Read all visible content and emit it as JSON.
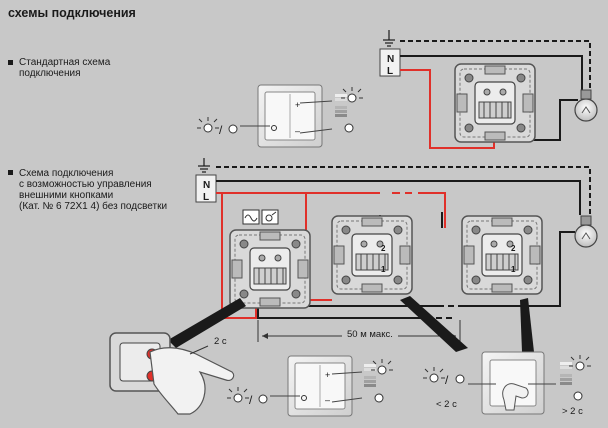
{
  "title": "схемы подключения",
  "sections": [
    {
      "lines": [
        "Стандартная схема",
        "подключения"
      ]
    },
    {
      "lines": [
        "Схема подключения",
        "с возможностью управления",
        "внешними кнопками",
        "(Кат. № 6 72X1 4) без подсветки"
      ]
    }
  ],
  "terminals": {
    "n": "N",
    "l": "L"
  },
  "distance_label": "50 м макс.",
  "hold_short": "< 2 с",
  "hold_long": "> 2 с",
  "hold_hand": "2 с",
  "controls": {
    "plus": "+",
    "minus": "–"
  },
  "terminal_numbers": {
    "one": "1",
    "two": "2"
  },
  "colors": {
    "background": "#c8c8c8",
    "wire_red": "#e0302a",
    "wire_black": "#1a1a1a",
    "earth": "#1a1a1a"
  }
}
